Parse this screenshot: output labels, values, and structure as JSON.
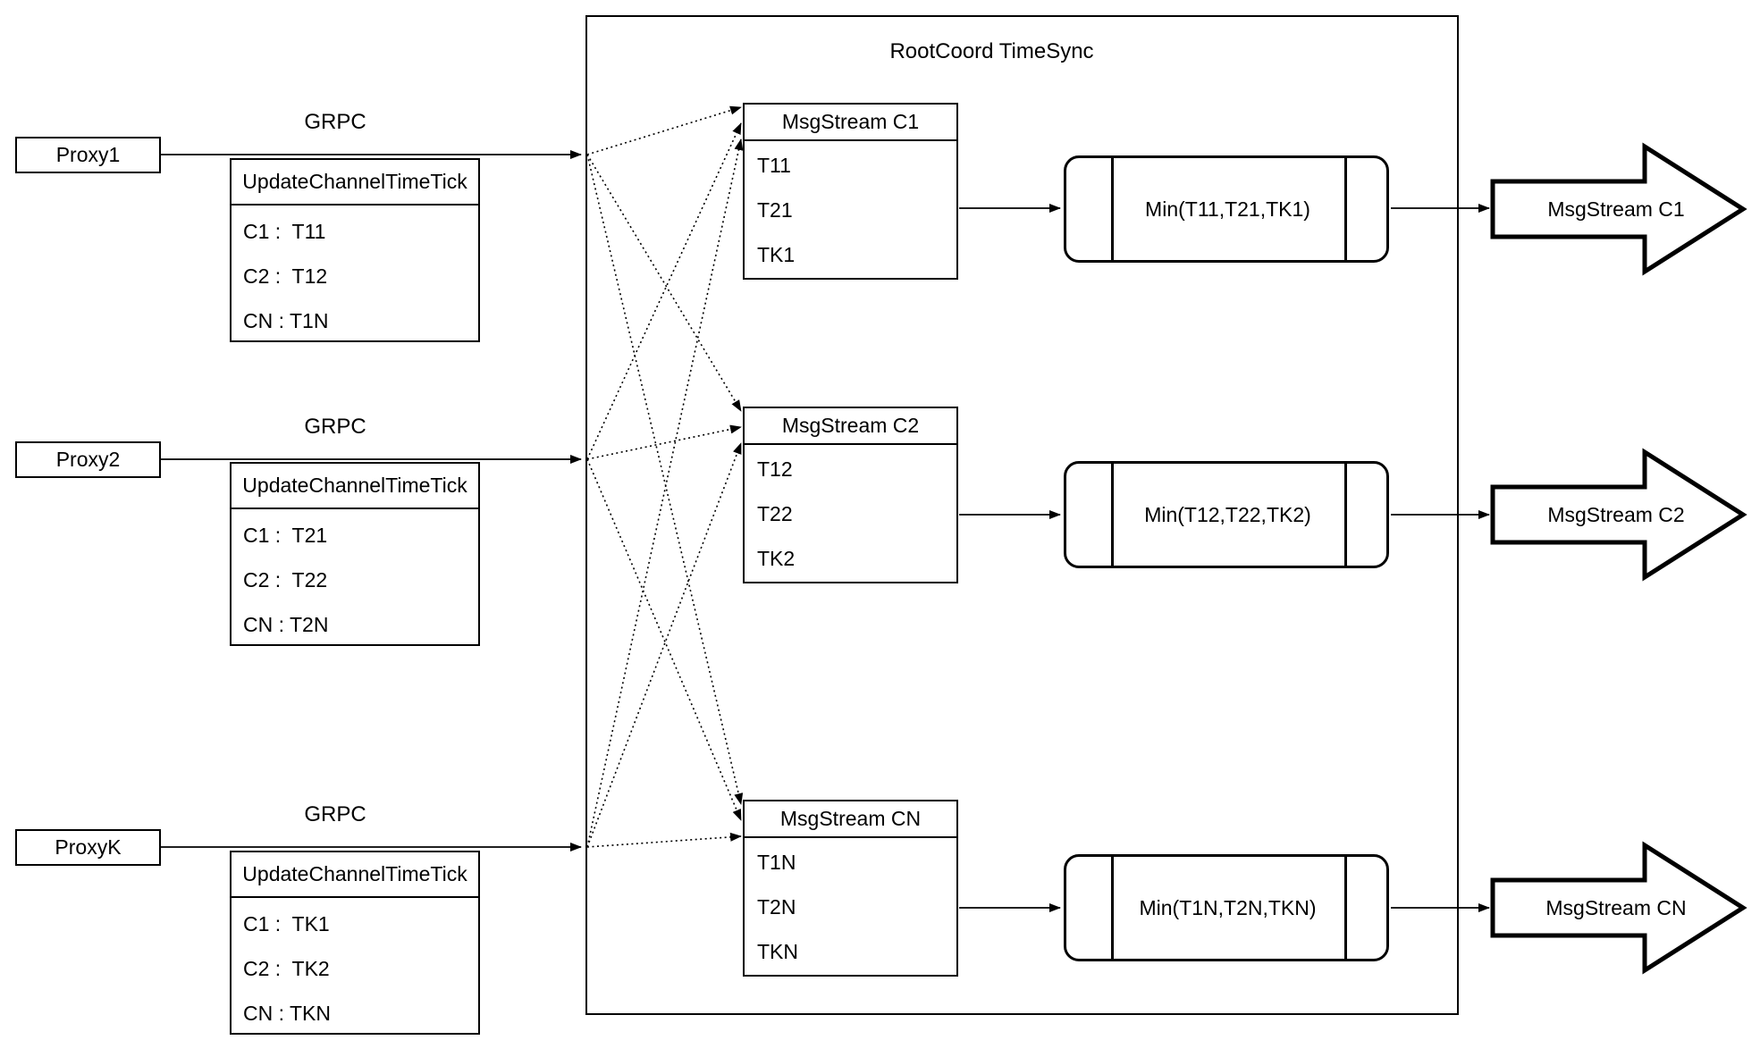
{
  "diagram": {
    "background": "#ffffff",
    "stroke": "#000000",
    "container": {
      "title": "RootCoord TimeSync"
    },
    "grpc_label": "GRPC",
    "proxies": [
      {
        "name": "Proxy1",
        "message": {
          "header": "UpdateChannelTimeTick",
          "rows": [
            "C1 :  T11",
            "C2 :  T12",
            "CN : T1N"
          ]
        }
      },
      {
        "name": "Proxy2",
        "message": {
          "header": "UpdateChannelTimeTick",
          "rows": [
            "C1 :  T21",
            "C2 :  T22",
            "CN : T2N"
          ]
        }
      },
      {
        "name": "ProxyK",
        "message": {
          "header": "UpdateChannelTimeTick",
          "rows": [
            "C1 :  TK1",
            "C2 :  TK2",
            "CN : TKN"
          ]
        }
      }
    ],
    "channels": [
      {
        "stream_header": "MsgStream C1",
        "ticks": [
          "T11",
          "T21",
          "TK1"
        ],
        "min_label": "Min(T11,T21,TK1)",
        "output_label": "MsgStream C1"
      },
      {
        "stream_header": "MsgStream C2",
        "ticks": [
          "T12",
          "T22",
          "TK2"
        ],
        "min_label": "Min(T12,T22,TK2)",
        "output_label": "MsgStream C2"
      },
      {
        "stream_header": "MsgStream CN",
        "ticks": [
          "T1N",
          "T2N",
          "TKN"
        ],
        "min_label": "Min(T1N,T2N,TKN)",
        "output_label": "MsgStream CN"
      }
    ]
  }
}
